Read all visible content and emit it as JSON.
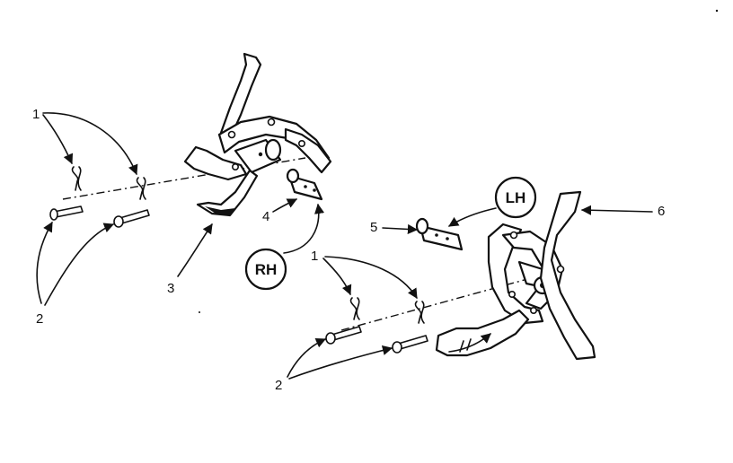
{
  "callouts": {
    "c1_left": "1",
    "c2_left": "2",
    "c3": "3",
    "c4": "4",
    "c1_right": "1",
    "c2_right": "2",
    "c5": "5",
    "c6": "6"
  },
  "badges": {
    "rh": "RH",
    "lh": "LH"
  },
  "ink_color": "#111111",
  "background_color": "#ffffff"
}
